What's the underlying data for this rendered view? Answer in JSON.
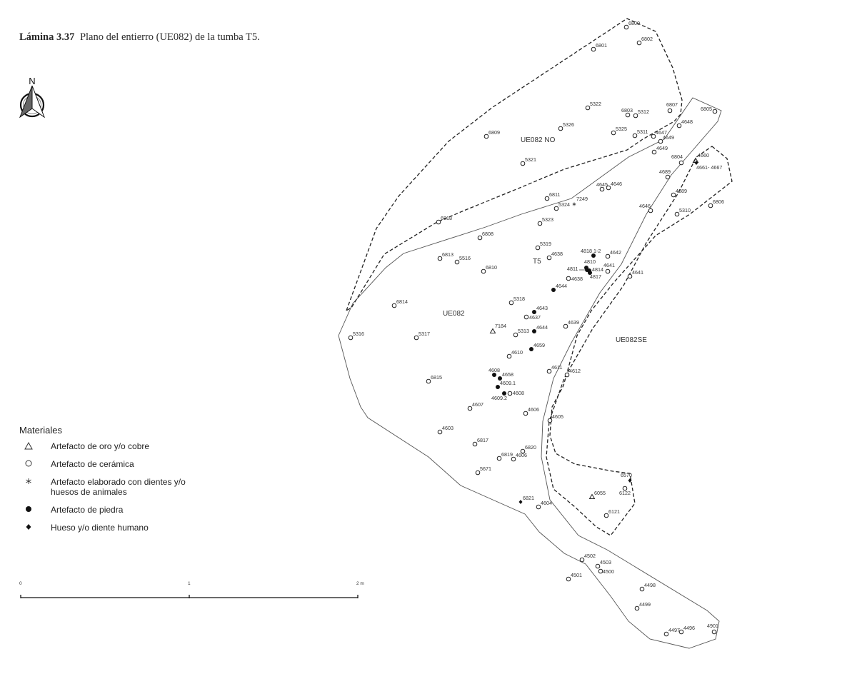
{
  "caption": {
    "number": "Lámina 3.37",
    "text": "Plano del entierro (UE082) de la tumba T5."
  },
  "north_arrow": {
    "label": "N"
  },
  "legend": {
    "title": "Materiales",
    "items": [
      {
        "symbol": "triangle-open",
        "label": "Artefacto de oro y/o cobre"
      },
      {
        "symbol": "circle-open",
        "label": "Artefacto de cerámica"
      },
      {
        "symbol": "asterisk",
        "label": "Artefacto elaborado con dientes y/o huesos de animales"
      },
      {
        "symbol": "circle-filled",
        "label": "Artefacto de piedra"
      },
      {
        "symbol": "diamond-filled",
        "label": "Hueso y/o diente humano"
      }
    ]
  },
  "scale_bar": {
    "ticks": [
      "0",
      "1",
      "2 m"
    ],
    "unit": "m",
    "max": 2
  },
  "zones": [
    {
      "id": "UE082 NO",
      "label": "UE082 NO",
      "border": "dashed"
    },
    {
      "id": "UE082",
      "label": "UE082",
      "border": "solid"
    },
    {
      "id": "UE082SE",
      "label": "UE082SE",
      "border": "dashed"
    },
    {
      "id": "T5",
      "label": "T5",
      "border": "none"
    }
  ],
  "finds": [
    {
      "id": "6800",
      "type": "ceramic"
    },
    {
      "id": "6802",
      "type": "ceramic"
    },
    {
      "id": "6801",
      "type": "ceramic"
    },
    {
      "id": "5322",
      "type": "ceramic"
    },
    {
      "id": "6803",
      "type": "ceramic"
    },
    {
      "id": "5312",
      "type": "ceramic"
    },
    {
      "id": "6807",
      "type": "ceramic"
    },
    {
      "id": "6805",
      "type": "ceramic"
    },
    {
      "id": "5326",
      "type": "ceramic"
    },
    {
      "id": "5325",
      "type": "ceramic"
    },
    {
      "id": "5311",
      "type": "ceramic"
    },
    {
      "id": "4647",
      "type": "ceramic"
    },
    {
      "id": "4648",
      "type": "ceramic"
    },
    {
      "id": "4649",
      "type": "ceramic"
    },
    {
      "id": "4649",
      "type": "ceramic"
    },
    {
      "id": "6809",
      "type": "ceramic"
    },
    {
      "id": "5321",
      "type": "ceramic"
    },
    {
      "id": "6804",
      "type": "ceramic"
    },
    {
      "id": "4660",
      "type": "metal"
    },
    {
      "id": "4661- 4667",
      "type": "human"
    },
    {
      "id": "4689",
      "type": "ceramic"
    },
    {
      "id": "4645",
      "type": "ceramic"
    },
    {
      "id": "4646",
      "type": "ceramic"
    },
    {
      "id": "4689",
      "type": "ceramic"
    },
    {
      "id": "6811",
      "type": "ceramic"
    },
    {
      "id": "7249",
      "type": "animal"
    },
    {
      "id": "5324",
      "type": "ceramic"
    },
    {
      "id": "4646",
      "type": "ceramic"
    },
    {
      "id": "6806",
      "type": "ceramic"
    },
    {
      "id": "5310",
      "type": "ceramic"
    },
    {
      "id": "6818",
      "type": "ceramic"
    },
    {
      "id": "5323",
      "type": "ceramic"
    },
    {
      "id": "6808",
      "type": "ceramic"
    },
    {
      "id": "5319",
      "type": "ceramic"
    },
    {
      "id": "4818 1-2",
      "type": "stone"
    },
    {
      "id": "4642",
      "type": "ceramic"
    },
    {
      "id": "6813",
      "type": "ceramic"
    },
    {
      "id": "5516",
      "type": "ceramic"
    },
    {
      "id": "4638",
      "type": "ceramic"
    },
    {
      "id": "4810",
      "type": "stone"
    },
    {
      "id": "4811",
      "type": "stone"
    },
    {
      "id": "4814",
      "type": "stone"
    },
    {
      "id": "4817",
      "type": "stone"
    },
    {
      "id": "4641",
      "type": "ceramic"
    },
    {
      "id": "6810",
      "type": "ceramic"
    },
    {
      "id": "4638",
      "type": "ceramic"
    },
    {
      "id": "4641",
      "type": "ceramic"
    },
    {
      "id": "4644",
      "type": "stone"
    },
    {
      "id": "6814",
      "type": "ceramic"
    },
    {
      "id": "5318",
      "type": "ceramic"
    },
    {
      "id": "4643",
      "type": "stone"
    },
    {
      "id": "4637",
      "type": "ceramic"
    },
    {
      "id": "4639",
      "type": "ceramic"
    },
    {
      "id": "5316",
      "type": "ceramic"
    },
    {
      "id": "5317",
      "type": "ceramic"
    },
    {
      "id": "7184",
      "type": "metal"
    },
    {
      "id": "5313",
      "type": "ceramic"
    },
    {
      "id": "4644",
      "type": "stone"
    },
    {
      "id": "4659",
      "type": "stone"
    },
    {
      "id": "4610",
      "type": "ceramic"
    },
    {
      "id": "4611",
      "type": "ceramic"
    },
    {
      "id": "4612",
      "type": "ceramic"
    },
    {
      "id": "4608",
      "type": "stone"
    },
    {
      "id": "4658",
      "type": "stone"
    },
    {
      "id": "6815",
      "type": "ceramic"
    },
    {
      "id": "4609.1",
      "type": "stone"
    },
    {
      "id": "4609.2",
      "type": "stone"
    },
    {
      "id": "4608",
      "type": "ceramic"
    },
    {
      "id": "4607",
      "type": "ceramic"
    },
    {
      "id": "4606",
      "type": "ceramic"
    },
    {
      "id": "4605",
      "type": "ceramic"
    },
    {
      "id": "4603",
      "type": "ceramic"
    },
    {
      "id": "6817",
      "type": "ceramic"
    },
    {
      "id": "6820",
      "type": "ceramic"
    },
    {
      "id": "6819",
      "type": "ceramic"
    },
    {
      "id": "4606",
      "type": "ceramic"
    },
    {
      "id": "5671",
      "type": "ceramic"
    },
    {
      "id": "6570",
      "type": "human"
    },
    {
      "id": "6122",
      "type": "ceramic"
    },
    {
      "id": "6055",
      "type": "metal"
    },
    {
      "id": "6821",
      "type": "human"
    },
    {
      "id": "4604",
      "type": "ceramic"
    },
    {
      "id": "6121",
      "type": "ceramic"
    },
    {
      "id": "4502",
      "type": "ceramic"
    },
    {
      "id": "4503",
      "type": "ceramic"
    },
    {
      "id": "4500",
      "type": "ceramic"
    },
    {
      "id": "4501",
      "type": "ceramic"
    },
    {
      "id": "4498",
      "type": "ceramic"
    },
    {
      "id": "4499",
      "type": "ceramic"
    },
    {
      "id": "4497",
      "type": "ceramic"
    },
    {
      "id": "4496",
      "type": "ceramic"
    },
    {
      "id": "4901",
      "type": "ceramic"
    }
  ]
}
